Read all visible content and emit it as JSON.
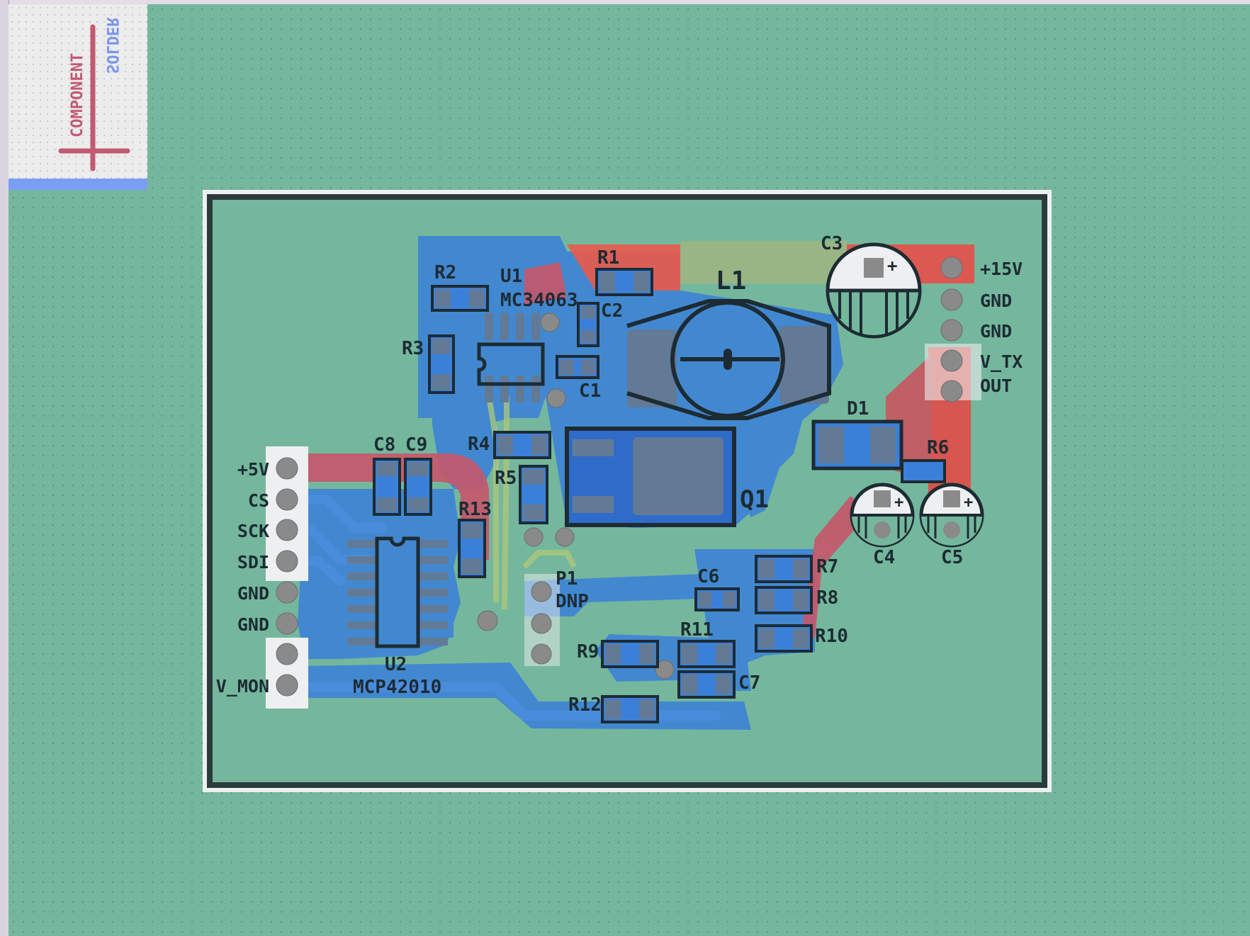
{
  "layers": {
    "component_label": "COMPONENT",
    "solder_label": "SOLDER",
    "colors": {
      "background": "#74b79d",
      "top_copper": "#d94a4a",
      "bottom_copper": "#3a80d9",
      "silkscreen": "#1d2b33",
      "board_outline": "#2b3a3a",
      "pad": "#8a8a8a"
    }
  },
  "board": {
    "components": {
      "r1": "R1",
      "r2": "R2",
      "r3": "R3",
      "r4": "R4",
      "r5": "R5",
      "r6": "R6",
      "r7": "R7",
      "r8": "R8",
      "r9": "R9",
      "r10": "R10",
      "r11": "R11",
      "r12": "R12",
      "r13": "R13",
      "c1": "C1",
      "c2": "C2",
      "c3": "C3",
      "c4": "C4",
      "c5": "C5",
      "c6": "C6",
      "c7": "C7",
      "c8": "C8",
      "c9": "C9",
      "u1": "U1",
      "u1_value": "MC34063",
      "u2": "U2",
      "u2_value": "MCP42010",
      "l1": "L1",
      "q1": "Q1",
      "d1": "D1",
      "p1": "P1",
      "p1_value": "DNP"
    },
    "connector_left": [
      "+5V",
      "CS",
      "SCK",
      "SDI",
      "GND",
      "GND",
      "",
      "V_MON"
    ],
    "connector_right": [
      "+15V",
      "GND",
      "GND",
      "V_TX",
      "OUT"
    ]
  }
}
